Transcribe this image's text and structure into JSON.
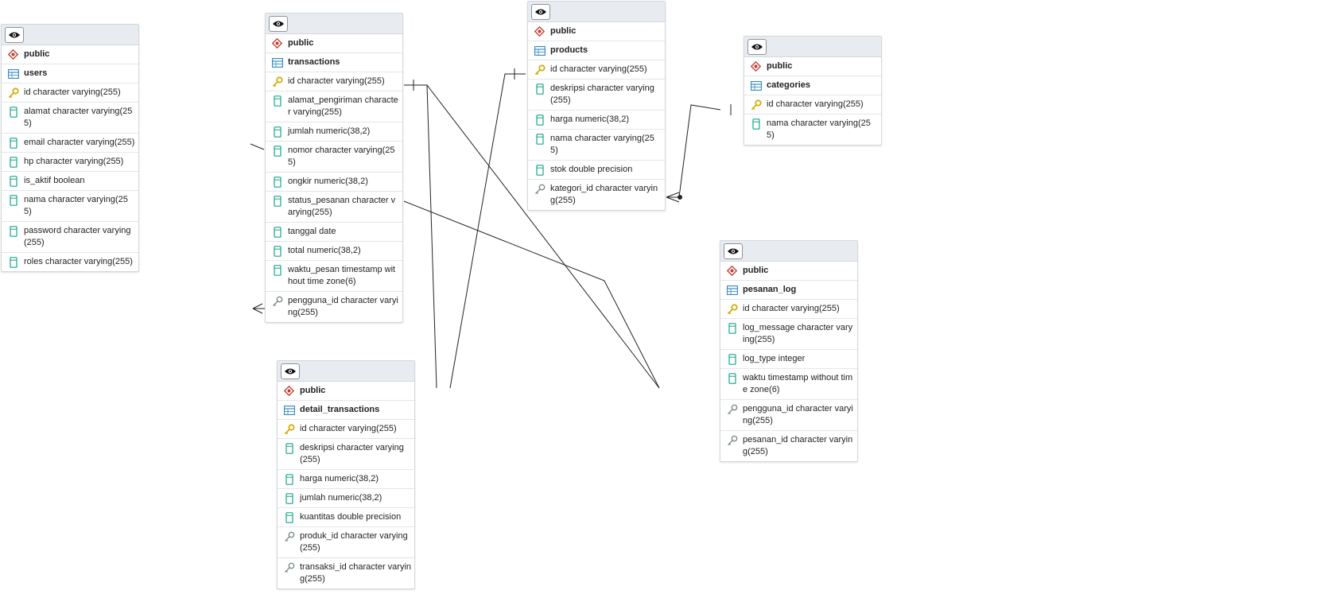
{
  "colors": {
    "header_bg": "#e8ebef",
    "border": "#d4d8dd",
    "schema_icon": "#c0392b",
    "table_icon": "#2e86c1",
    "pk_icon": "#d4ac0d",
    "column_icon": "#17a589",
    "fk_icon": "#7f8c8d",
    "link_line": "#222222"
  },
  "tables": [
    {
      "id": "users",
      "schema": "public",
      "name": "users",
      "columns": [
        {
          "kind": "pk",
          "label": "id character varying(255)"
        },
        {
          "kind": "col",
          "label": "alamat character varying(255)"
        },
        {
          "kind": "col",
          "label": "email character varying(255)"
        },
        {
          "kind": "col",
          "label": "hp character varying(255)"
        },
        {
          "kind": "col",
          "label": "is_aktif boolean"
        },
        {
          "kind": "col",
          "label": "nama character varying(255)"
        },
        {
          "kind": "col",
          "label": "password character varying(255)"
        },
        {
          "kind": "col",
          "label": "roles character varying(255)"
        }
      ]
    },
    {
      "id": "transactions",
      "schema": "public",
      "name": "transactions",
      "columns": [
        {
          "kind": "pk",
          "label": "id character varying(255)"
        },
        {
          "kind": "col",
          "label": "alamat_pengiriman character varying(255)"
        },
        {
          "kind": "col",
          "label": "jumlah numeric(38,2)"
        },
        {
          "kind": "col",
          "label": "nomor character varying(255)"
        },
        {
          "kind": "col",
          "label": "ongkir numeric(38,2)"
        },
        {
          "kind": "col",
          "label": "status_pesanan character varying(255)"
        },
        {
          "kind": "col",
          "label": "tanggal date"
        },
        {
          "kind": "col",
          "label": "total numeric(38,2)"
        },
        {
          "kind": "col",
          "label": "waktu_pesan timestamp without time zone(6)"
        },
        {
          "kind": "fk",
          "label": "pengguna_id character varying(255)"
        }
      ]
    },
    {
      "id": "products",
      "schema": "public",
      "name": "products",
      "columns": [
        {
          "kind": "pk",
          "label": "id character varying(255)"
        },
        {
          "kind": "col",
          "label": "deskripsi character varying (255)"
        },
        {
          "kind": "col",
          "label": "harga numeric(38,2)"
        },
        {
          "kind": "col",
          "label": "nama character varying(255)"
        },
        {
          "kind": "col",
          "label": "stok double precision"
        },
        {
          "kind": "fk",
          "label": "kategori_id character varying(255)"
        }
      ]
    },
    {
      "id": "categories",
      "schema": "public",
      "name": "categories",
      "columns": [
        {
          "kind": "pk",
          "label": "id character varying(255)"
        },
        {
          "kind": "col",
          "label": "nama character varying(255)"
        }
      ]
    },
    {
      "id": "pesanan_log",
      "schema": "public",
      "name": "pesanan_log",
      "columns": [
        {
          "kind": "pk",
          "label": "id character varying(255)"
        },
        {
          "kind": "col",
          "label": "log_message character varying(255)"
        },
        {
          "kind": "col",
          "label": "log_type integer"
        },
        {
          "kind": "col",
          "label": "waktu timestamp without time zone(6)"
        },
        {
          "kind": "fk",
          "label": "pengguna_id character varying(255)"
        },
        {
          "kind": "fk",
          "label": "pesanan_id character varying(255)"
        }
      ]
    },
    {
      "id": "detail_transactions",
      "schema": "public",
      "name": "detail_transactions",
      "columns": [
        {
          "kind": "pk",
          "label": "id character varying(255)"
        },
        {
          "kind": "col",
          "label": "deskripsi character varying (255)"
        },
        {
          "kind": "col",
          "label": "harga numeric(38,2)"
        },
        {
          "kind": "col",
          "label": "jumlah numeric(38,2)"
        },
        {
          "kind": "col",
          "label": "kuantitas double precision"
        },
        {
          "kind": "fk",
          "label": "produk_id character varying(255)"
        },
        {
          "kind": "fk",
          "label": "transaksi_id character varying(255)"
        }
      ]
    }
  ]
}
